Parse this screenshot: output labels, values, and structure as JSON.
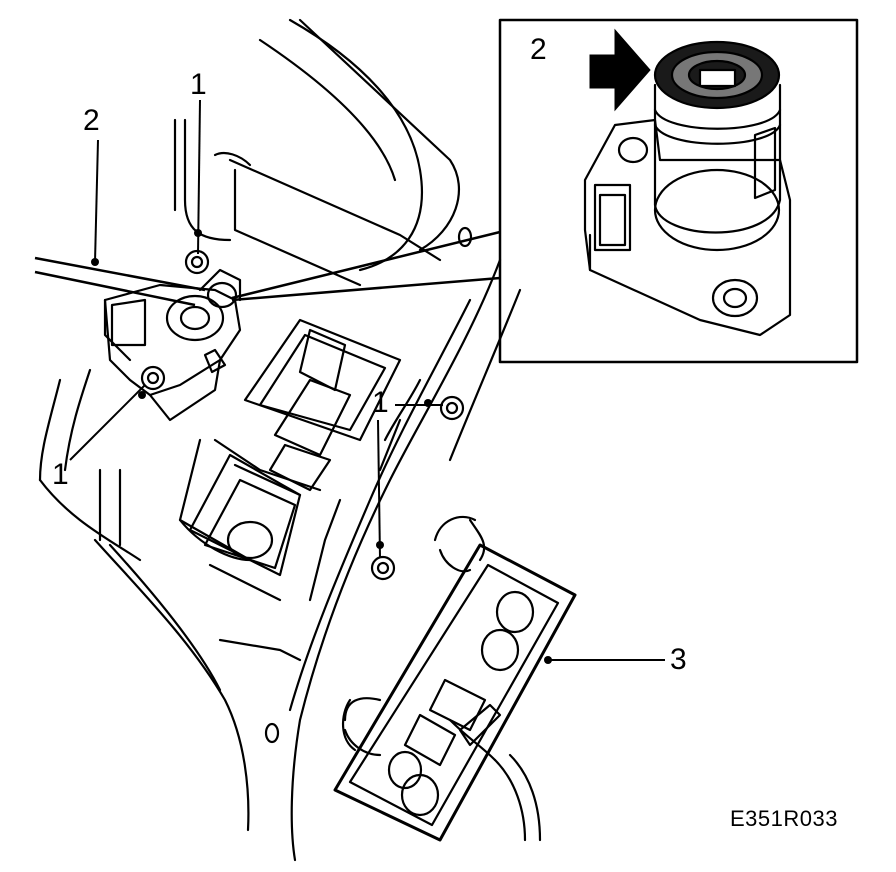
{
  "figure": {
    "code": "E351R033"
  },
  "callouts": {
    "nut_top": "1",
    "nut_left": "1",
    "nut_right_a": "1",
    "nut_right_b": "1",
    "lock_cylinder_main": "2",
    "lock_cylinder_inset": "2",
    "lamp_assembly": "3"
  },
  "colors": {
    "ink": "#000000",
    "paper": "#ffffff",
    "fill_grey": "#cfcfcf",
    "dark": "#1a1a1a"
  }
}
